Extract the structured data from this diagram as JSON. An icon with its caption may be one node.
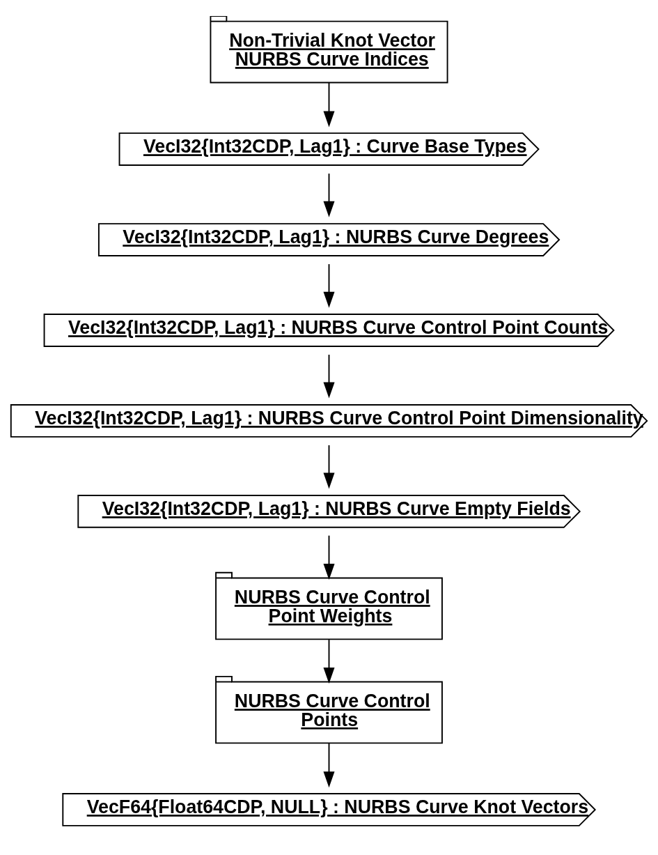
{
  "diagram": {
    "nodes": [
      {
        "text": [
          "Non-Trivial Knot Vector NURBS Curve Indices"
        ]
      },
      {
        "text": [
          "VecI32{Int32CDP, Lag1} : Curve Base Types"
        ]
      },
      {
        "text": [
          "VecI32{Int32CDP, Lag1} : NURBS Curve Degrees"
        ]
      },
      {
        "text": [
          "VecI32{Int32CDP, Lag1} : NURBS Curve Control Point Counts"
        ]
      },
      {
        "text": [
          "VecI32{Int32CDP, Lag1} : NURBS Curve Control Point Dimensionality"
        ]
      },
      {
        "text": [
          "VecI32{Int32CDP, Lag1} : NURBS Curve Empty Fields"
        ]
      },
      {
        "text": [
          "NURBS Curve Control Point Weights"
        ]
      },
      {
        "text": [
          "NURBS Curve Control Points"
        ]
      },
      {
        "text": [
          "VecF64{Float64CDP, NULL} : NURBS Curve Knot Vectors"
        ]
      }
    ],
    "edges": [
      {
        "from": 0,
        "to": 1,
        "arrow": "to"
      },
      {
        "from": 1,
        "to": 2,
        "arrow": "to"
      },
      {
        "from": 2,
        "to": 3,
        "arrow": "to"
      },
      {
        "from": 3,
        "to": 4,
        "arrow": "to"
      },
      {
        "from": 4,
        "to": 5,
        "arrow": "to"
      },
      {
        "from": 5,
        "to": 6,
        "arrow": "to"
      },
      {
        "from": 6,
        "to": 7,
        "arrow": "to"
      },
      {
        "from": 7,
        "to": 8,
        "arrow": "to"
      }
    ]
  }
}
